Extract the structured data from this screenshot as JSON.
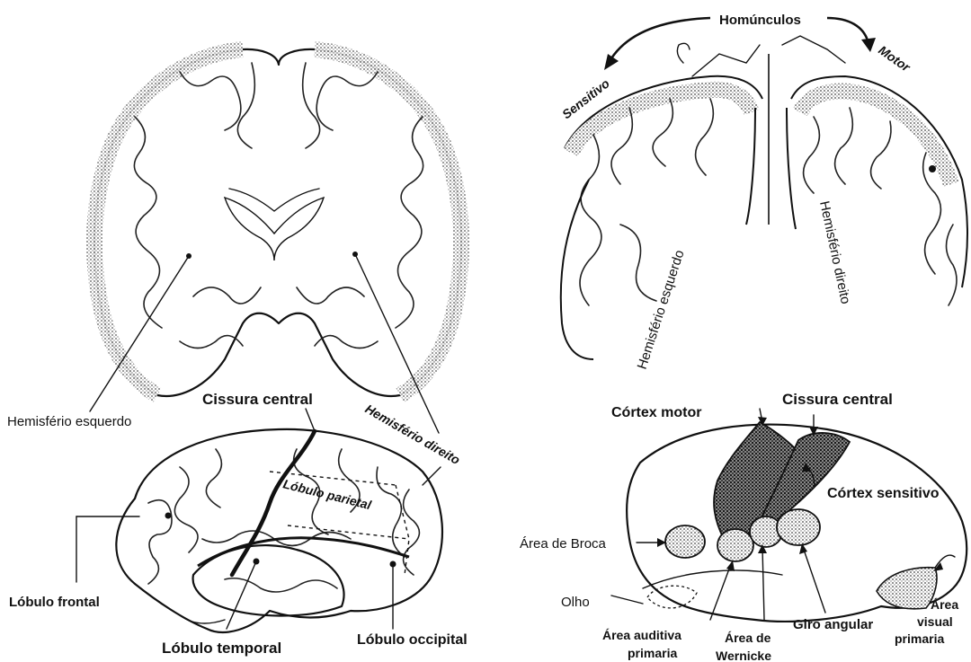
{
  "figure": {
    "coronal_section": {
      "label_left_hemisphere": "Hemisfério esquerdo",
      "label_right_hemisphere": "Hemisfério direito"
    },
    "lateral_brain": {
      "label_central_sulcus": "Cissura central",
      "label_parietal_lobe": "Lóbulo parietal",
      "label_frontal_lobe": "Lóbulo frontal",
      "label_temporal_lobe": "Lóbulo temporal",
      "label_occipital_lobe": "Lóbulo occipital"
    },
    "homunculus_section": {
      "title": "Homúnculos",
      "label_sensory": "Sensitivo",
      "label_motor": "Motor",
      "label_left_hemisphere": "Hemisfério esquerdo",
      "label_right_hemisphere": "Hemisfério direito"
    },
    "functional_areas": {
      "label_central_sulcus": "Cissura central",
      "label_motor_cortex": "Córtex motor",
      "label_sensory_cortex": "Córtex sensitivo",
      "label_broca": "Área de Broca",
      "label_eye": "Olho",
      "label_auditory_1": "Área auditiva",
      "label_auditory_2": "primaria",
      "label_wernicke_1": "Área de",
      "label_wernicke_2": "Wernicke",
      "label_angular_gyrus": "Giro angular",
      "label_visual_1": "Área",
      "label_visual_2": "visual",
      "label_visual_3": "primaria"
    }
  }
}
